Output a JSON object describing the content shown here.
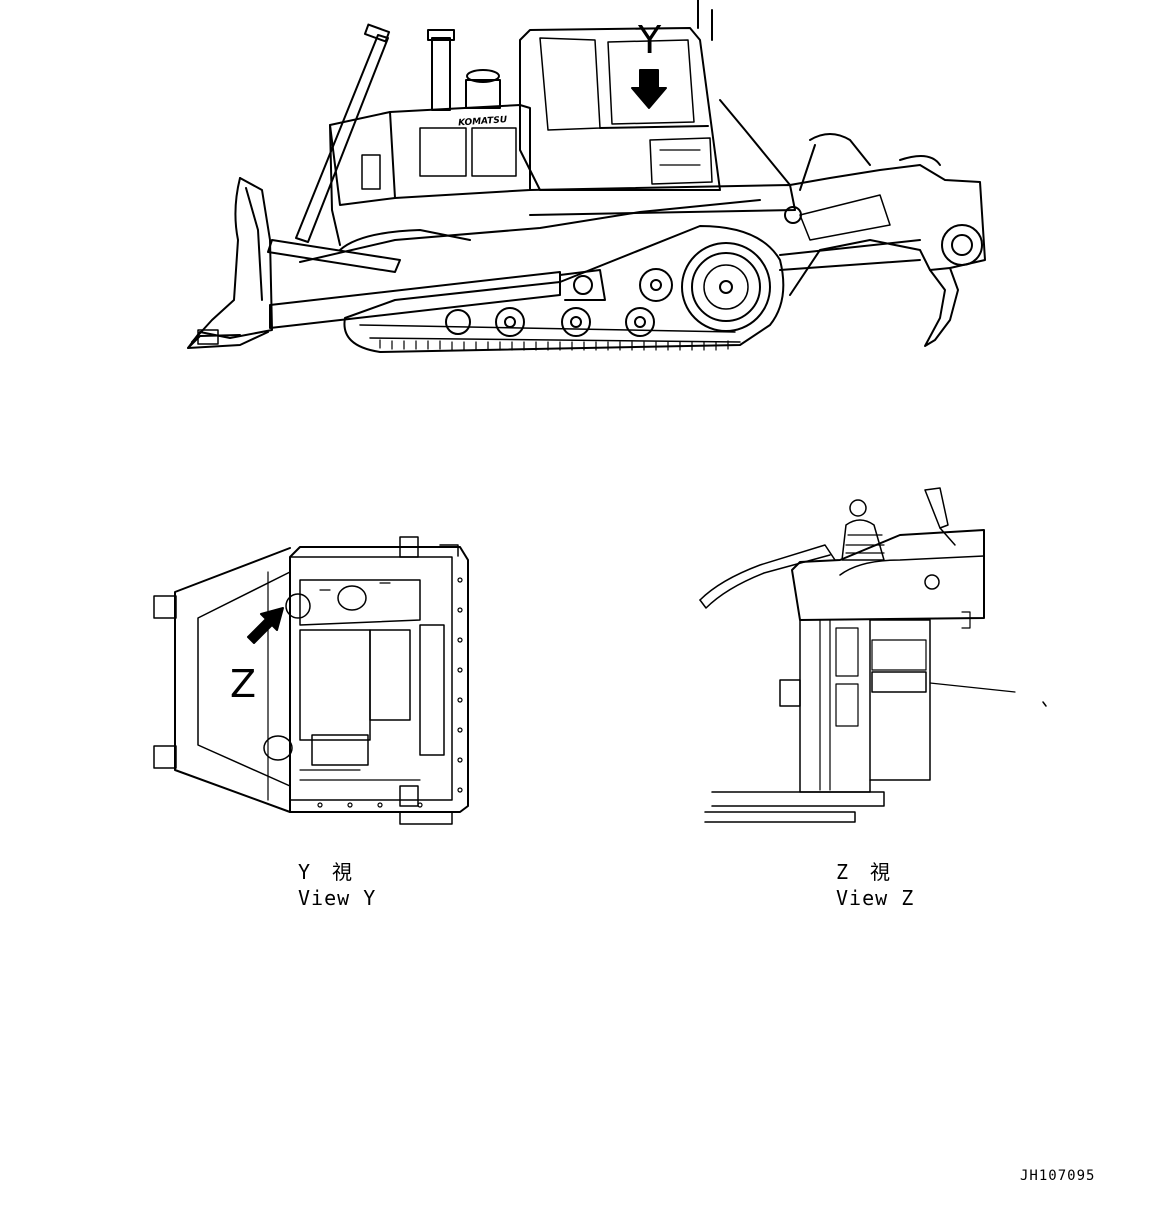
{
  "drawing": {
    "view_marker_y": "Y",
    "view_marker_z": "Z",
    "brand_mark": "KOMATSU",
    "view_y_caption_jp": "Y　視",
    "view_y_caption_en": "View Y",
    "view_z_caption_jp": "Z　視",
    "view_z_caption_en": "View Z",
    "drawing_number": "JH107095"
  }
}
